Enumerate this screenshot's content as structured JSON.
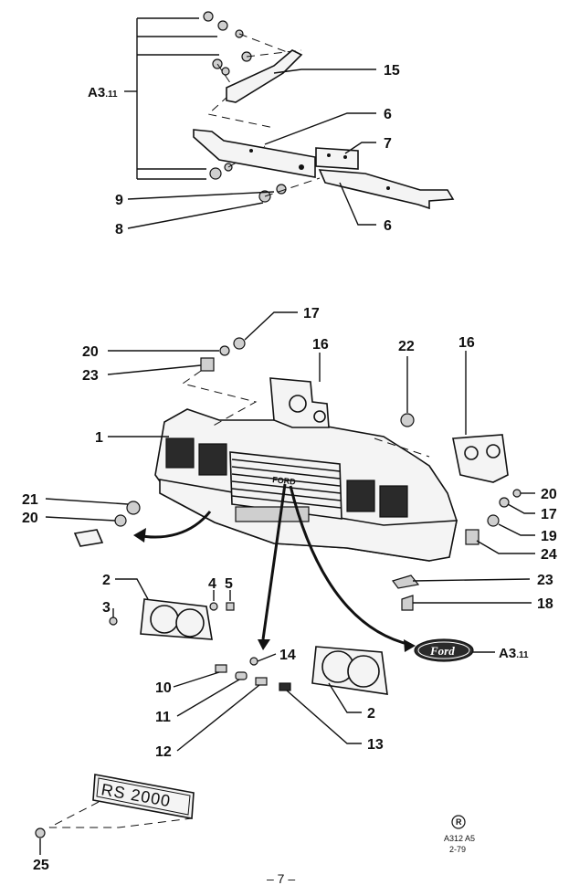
{
  "callouts": {
    "c1": "1",
    "c2a": "2",
    "c2b": "2",
    "c3": "3",
    "c4": "4",
    "c5": "5",
    "c6a": "6",
    "c6b": "6",
    "c7": "7",
    "c8": "8",
    "c9": "9",
    "c10": "10",
    "c11": "11",
    "c12": "12",
    "c13": "13",
    "c14": "14",
    "c15": "15",
    "c16a": "16",
    "c16b": "16",
    "c17a": "17",
    "c17b": "17",
    "c18": "18",
    "c19": "19",
    "c20a": "20",
    "c20b": "20",
    "c20c": "20",
    "c21": "21",
    "c22": "22",
    "c23a": "23",
    "c23b": "23",
    "c24": "24",
    "c25": "25"
  },
  "refs": {
    "top": {
      "main": "A3",
      "sub": ".11"
    },
    "badge": {
      "main": "A3",
      "sub": ".11"
    }
  },
  "part_text": {
    "grille_badge": "FORD",
    "emblem": "Ford",
    "number_plate": "RS 2000"
  },
  "footer": {
    "logo_mark": "R",
    "drawing_code": "A312 A5",
    "drawing_date": "2-79",
    "page_number": "– 7 –"
  }
}
